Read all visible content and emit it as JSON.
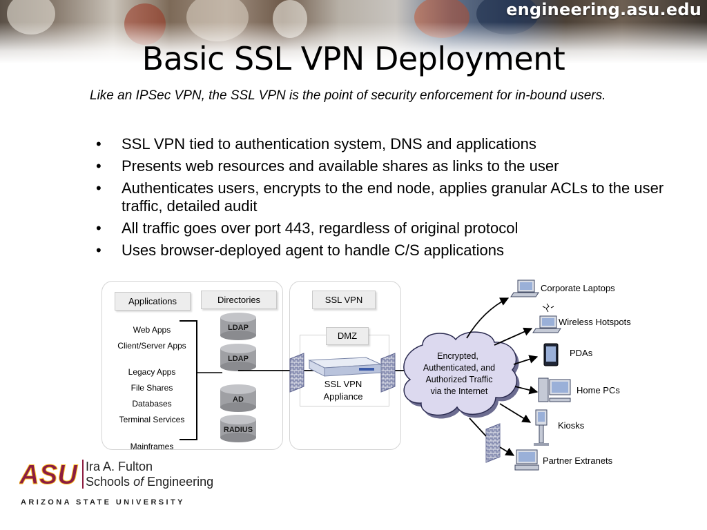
{
  "header": {
    "site": "engineering.asu.edu"
  },
  "slide": {
    "title": "Basic SSL VPN Deployment",
    "subtitle": "Like an IPSec VPN, the SSL VPN is the point of security enforcement for in-bound users.",
    "bullet_char": "•",
    "bullets": [
      "SSL VPN tied to authentication system, DNS and applications",
      "Presents web resources and available shares as links to the user",
      "Authenticates users, encrypts to the end node, applies granular ACLs to the user traffic, detailed audit",
      "All traffic goes over port 443, regardless of original protocol",
      "Uses browser-deployed agent to handle C/S applications"
    ]
  },
  "diagram": {
    "applications_header": "Applications",
    "directories_header": "Directories",
    "applications": [
      "Web Apps",
      "Client/Server Apps",
      "Legacy Apps",
      "File Shares",
      "Databases",
      "Terminal Services",
      "Mainframes"
    ],
    "directories": [
      "LDAP",
      "LDAP",
      "AD",
      "RADIUS"
    ],
    "sslvpn_header": "SSL VPN",
    "dmz_label": "DMZ",
    "appliance_label": [
      "SSL VPN",
      "Appliance"
    ],
    "cloud_text": [
      "Encrypted,",
      "Authenticated, and",
      "Authorized Traffic",
      "via the Internet"
    ],
    "endpoints": [
      "Corporate Laptops",
      "Wireless Hotspots",
      "PDAs",
      "Home PCs",
      "Kiosks",
      "Partner Extranets"
    ]
  },
  "footer": {
    "asu_mark": "ASU",
    "school_line1": "Ira A. Fulton",
    "school_line2a": "Schools",
    "school_line2b": "of",
    "school_line2c": "Engineering",
    "university": "ARIZONA STATE UNIVERSITY"
  },
  "colors": {
    "asu_maroon": "#8c1d40",
    "asu_gold": "#ffc627",
    "cloud_fill": "#dcd9ef",
    "cloud_stroke": "#2b2b50",
    "firewall": "#8d93b5"
  }
}
